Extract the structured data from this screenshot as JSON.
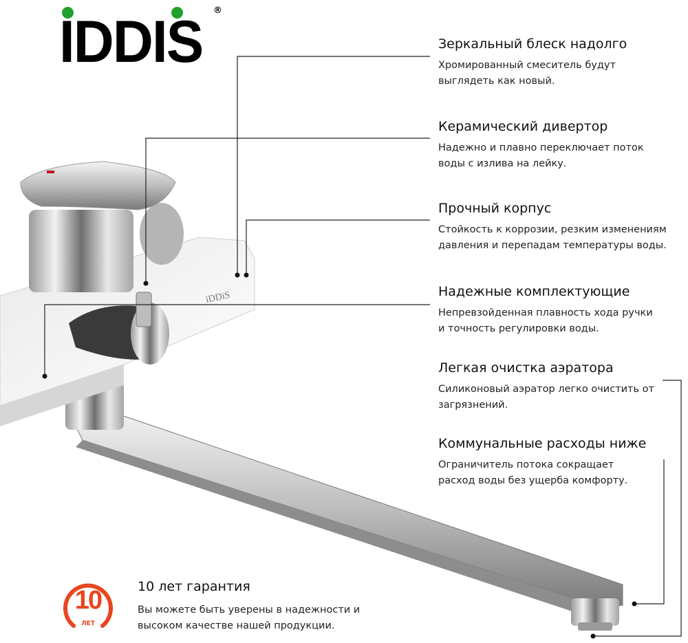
{
  "brand": {
    "name": "IDDIS",
    "registered": "®",
    "colors": {
      "dot": "#1fa02c",
      "accent": "#e8461e"
    }
  },
  "product_mark": "iDDiS",
  "features": [
    {
      "title": "Зеркальный блеск надолго",
      "text": "Хромированный смеситель будут выглядеть как новый."
    },
    {
      "title": "Керамический дивертор",
      "text": "Надежно и плавно переключает поток воды с излива на лейку."
    },
    {
      "title": "Прочный корпус",
      "text": "Стойкость к коррозии, резким изменениям давления и перепадам температуры воды."
    },
    {
      "title": "Надежные комплектующие",
      "text": "Непревзойденная плавность хода ручки и точность регулировки воды."
    },
    {
      "title": "Легкая очистка аэратора",
      "text": "Силиконовый аэратор легко очистить от загрязнений."
    },
    {
      "title": "Коммунальные расходы ниже",
      "text": "Ограничитель потока сокращает расход воды без ущерба комфорту."
    }
  ],
  "warranty": {
    "badge_number": "10",
    "badge_unit": "ЛЕТ",
    "title": "10 лет гарантия",
    "text": "Вы можете быть уверены в надежности и высоком качестве нашей продукции."
  }
}
